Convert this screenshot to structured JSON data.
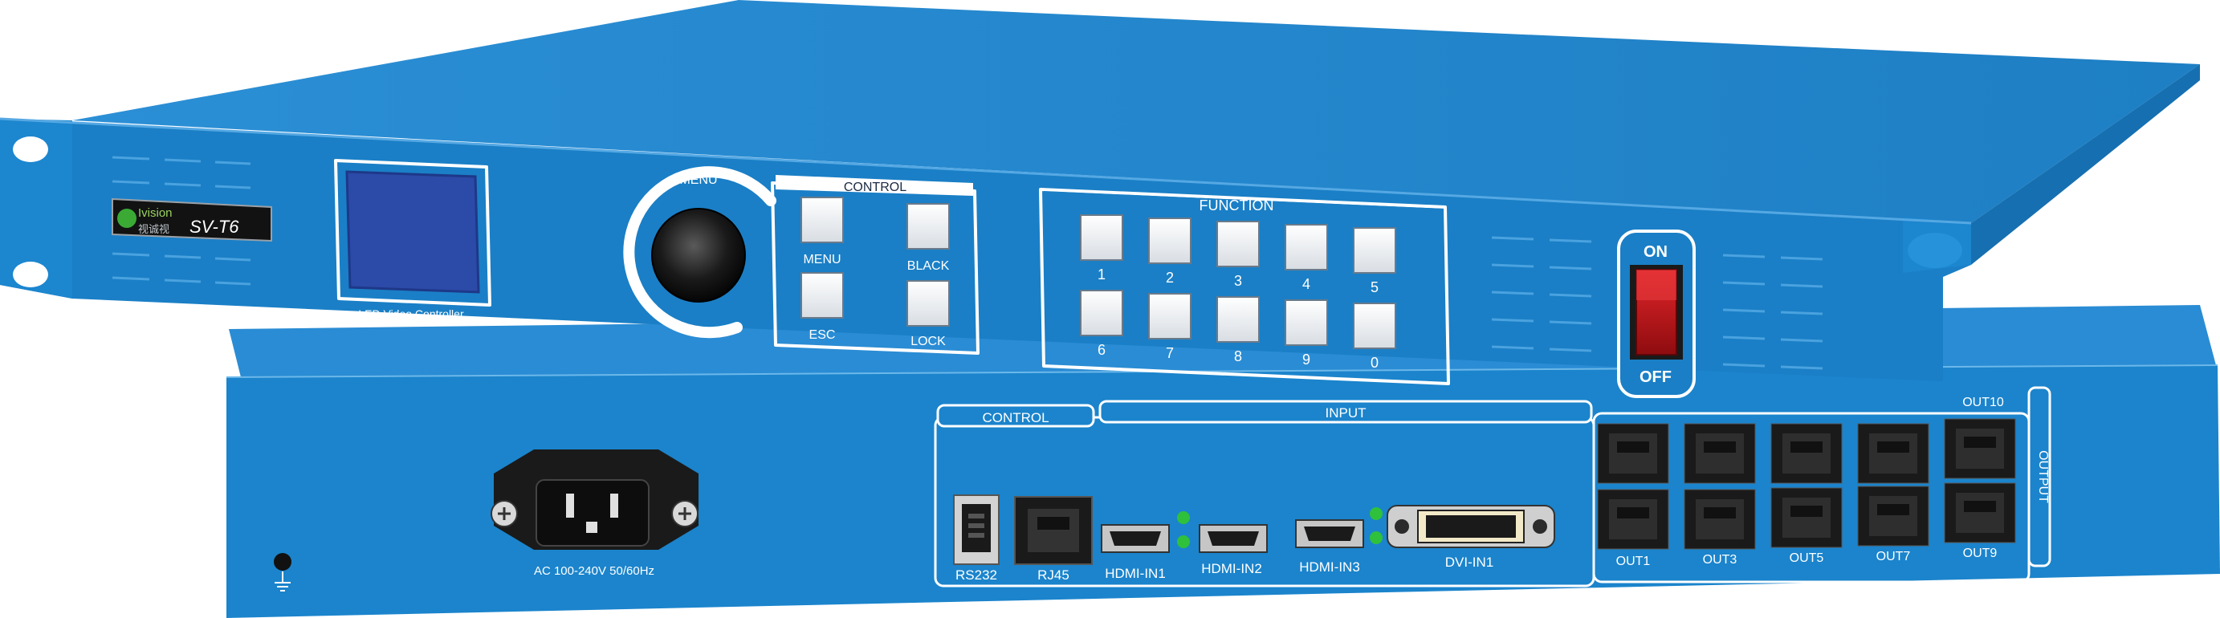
{
  "front": {
    "brand_logo": "Ivision",
    "brand_chinese": "视诚视",
    "model": "SV-T6",
    "lcd_caption": "LED Video Controller",
    "knob_label": "MENU",
    "control": {
      "title": "CONTROL",
      "buttons": [
        "MENU",
        "BLACK",
        "ESC",
        "LOCK"
      ]
    },
    "function": {
      "title": "FUNCTION",
      "keys": [
        "1",
        "2",
        "3",
        "4",
        "5",
        "6",
        "7",
        "8",
        "9",
        "0"
      ]
    },
    "power": {
      "on": "ON",
      "off": "OFF"
    }
  },
  "rear": {
    "power_inlet": "AC 100-240V  50/60Hz",
    "control_title": "CONTROL",
    "input_title": "INPUT",
    "output_title": "OUTPUT",
    "control_ports": [
      "RS232",
      "RJ45"
    ],
    "input_ports": [
      "HDMI-IN1",
      "HDMI-IN2",
      "HDMI-IN3",
      "DVI-IN1"
    ],
    "output_top": [
      "",
      "",
      "",
      "",
      "OUT10"
    ],
    "output_bottom": [
      "OUT1",
      "OUT3",
      "OUT5",
      "OUT7",
      "OUT9"
    ]
  },
  "colors": {
    "body": "#1b84cc",
    "top": "#2e93d8",
    "panel": "#1a7fc6",
    "lcd": "#2c4aa8",
    "switch": "#c0181a"
  }
}
